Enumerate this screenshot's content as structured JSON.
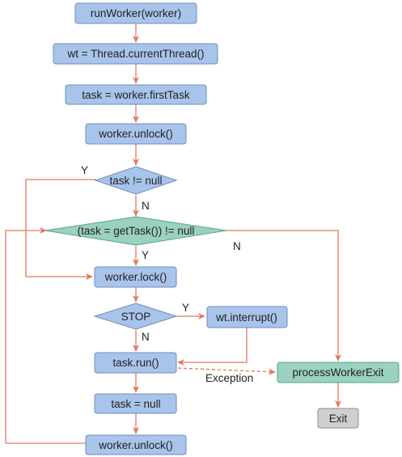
{
  "colors": {
    "node_blue": "#a9c4eb",
    "node_blue_border": "#6c8ebf",
    "node_green": "#9ad1c0",
    "node_green_border": "#5aa58a",
    "node_grey": "#cfcfcf",
    "edge": "#e07a5f"
  },
  "nodes": {
    "run_worker": "runWorker(worker)",
    "wt_assign": "wt = Thread.currentThread()",
    "task_assign": "task = worker.firstTask",
    "unlock_first": "worker.unlock()",
    "task_not_null": "task != null",
    "get_task": "(task = getTask()) != null",
    "lock": "worker.lock()",
    "stop": "STOP",
    "interrupt": "wt.interrupt()",
    "task_run": "task.run()",
    "task_null": "task = null",
    "unlock_loop": "worker.unlock()",
    "process_exit": "processWorkerExit",
    "exit": "Exit"
  },
  "edge_labels": {
    "task_not_null_yes": "Y",
    "task_not_null_no": "N",
    "get_task_yes": "Y",
    "get_task_no": "N",
    "stop_yes": "Y",
    "stop_no": "N",
    "exception": "Exception"
  }
}
